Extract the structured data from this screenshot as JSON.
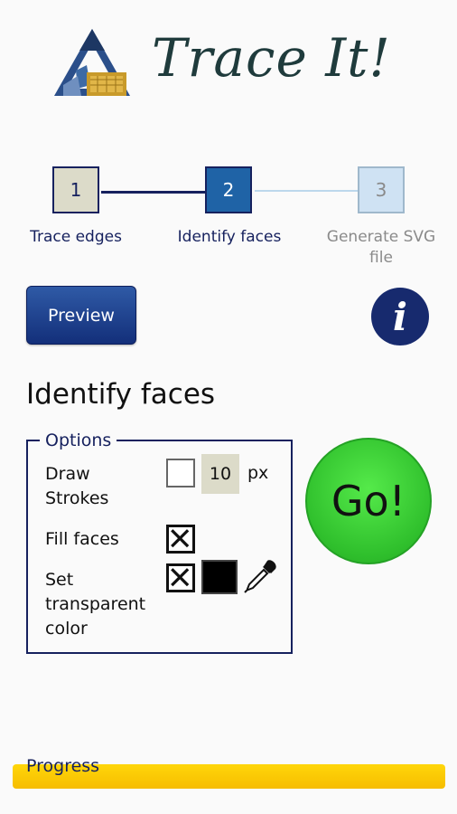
{
  "app": {
    "title": "Trace It!"
  },
  "steps": [
    {
      "number": "1",
      "label": "Trace edges",
      "state": "done"
    },
    {
      "number": "2",
      "label": "Identify faces",
      "state": "current"
    },
    {
      "number": "3",
      "label": "Generate SVG file",
      "state": "pending"
    }
  ],
  "actions": {
    "preview_label": "Preview",
    "info_icon": "info-icon",
    "go_label": "Go!"
  },
  "section": {
    "title": "Identify faces"
  },
  "options": {
    "legend": "Options",
    "draw_strokes": {
      "label": "Draw Strokes",
      "checked": false,
      "width_value": "10",
      "unit": "px"
    },
    "fill_faces": {
      "label": "Fill faces",
      "checked": true
    },
    "set_transparent": {
      "label": "Set transparent color",
      "checked": true,
      "color": "#000000",
      "picker_icon": "eyedropper-icon"
    }
  },
  "progress": {
    "label": "Progress",
    "value": 1.0,
    "color": "#ffcc00"
  },
  "colors": {
    "navy": "#16215e",
    "accent_blue": "#1f63a6",
    "go_green": "#34c530",
    "progress_yellow": "#f8c400"
  }
}
